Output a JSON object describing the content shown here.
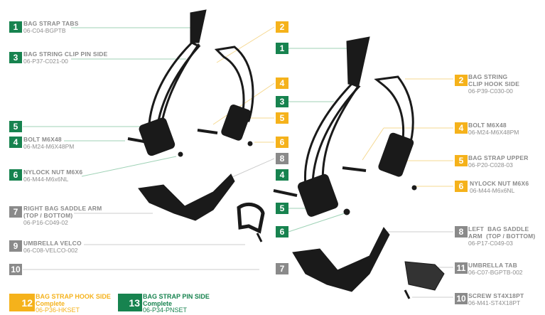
{
  "colors": {
    "green": "#17834f",
    "yellow": "#f5b21b",
    "gray": "#8a8a8a"
  },
  "left_parts": [
    {
      "num": "1",
      "name": "BAG STRAP TABS",
      "code": "06-C04-BGPTB"
    },
    {
      "num": "3",
      "name": "BAG STRING CLIP PIN SIDE",
      "code": "06-P37-C021-00"
    },
    {
      "num": "5",
      "name": "",
      "code": ""
    },
    {
      "num": "4",
      "name": "BOLT M6X48",
      "code": "06-M24-M6X48PM"
    },
    {
      "num": "6",
      "name": "NYLOCK NUT M6X6",
      "code": "06-M44-M6x6NL"
    },
    {
      "num": "7",
      "name": "RIGHT BAG SADDLE ARM",
      "name2": "(TOP / BOTTOM)",
      "code": "06-P16-C049-02"
    },
    {
      "num": "9",
      "name": "UMBRELLA VELCO",
      "code": "06-C08-VELCO-002"
    },
    {
      "num": "10",
      "name": "",
      "code": ""
    }
  ],
  "right_parts": [
    {
      "num": "2",
      "name": "BAG STRING",
      "name2": "CLIP HOOK SIDE",
      "code": "06-P39-C030-00"
    },
    {
      "num": "4",
      "name": "BOLT M6X48",
      "code": "06-M24-M6X48PM"
    },
    {
      "num": "5",
      "name": "BAG STRAP UPPER",
      "code": "06-P20-C028-03"
    },
    {
      "num": "6",
      "name": "NYLOCK NUT M6X6",
      "code": "06-M44-M6x6NL"
    },
    {
      "num": "8",
      "name": "LEFT  BAG SADDLE",
      "name2": "ARM  (TOP / BOTTOM)",
      "code": "06-P17-C049-03"
    },
    {
      "num": "11",
      "name": "UMBRELLA TAB",
      "code": "06-C07-BGPTB-002"
    },
    {
      "num": "10",
      "name": "SCREW ST4X18PT",
      "code": "06-M41-ST4X18PT"
    }
  ],
  "middle_badges": [
    "2",
    "1",
    "4",
    "5",
    "3",
    "6",
    "8",
    "4",
    "5",
    "6",
    "7"
  ],
  "sets": [
    {
      "num": "12",
      "name": "BAG STRAP HOOK SIDE",
      "status": "Complete",
      "code": "06-P36-HKSET"
    },
    {
      "num": "13",
      "name": "BAG STRAP PIN SIDE",
      "status": "Complete",
      "code": "06-P34-PNSET"
    }
  ]
}
